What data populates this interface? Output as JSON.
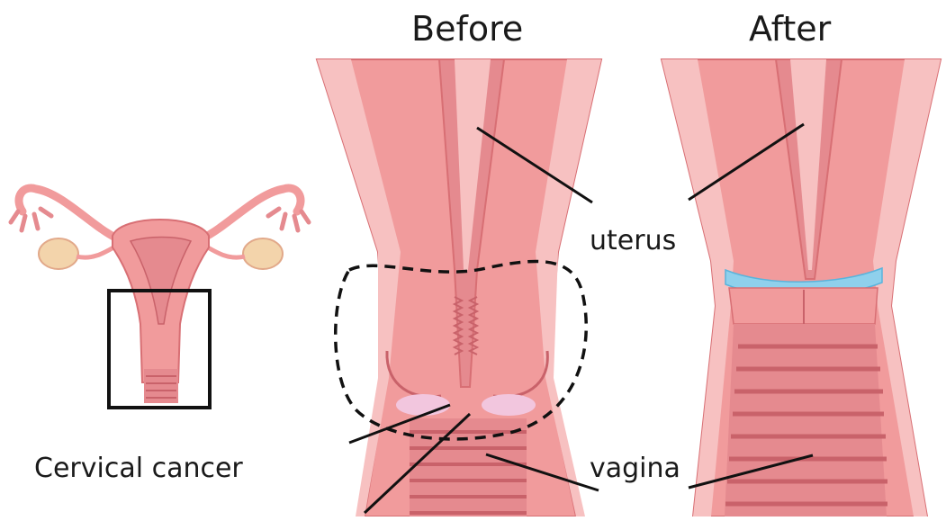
{
  "headings": {
    "before": "Before",
    "after": "After"
  },
  "labels": {
    "uterus": "uterus",
    "vagina": "vagina",
    "cervical_cancer": "Cervical cancer"
  },
  "colors": {
    "tissue": "#f19b9c",
    "tissue_light": "#f7c1c1",
    "tissue_dark": "#d86f74",
    "canal": "#e58a8f",
    "vagina_ridge": "#d77b83",
    "ovary": "#f3d4ab",
    "suture_band": "#8fd0ec",
    "outline": "#111111"
  },
  "icons": [
    "female-reproductive-system-icon"
  ]
}
